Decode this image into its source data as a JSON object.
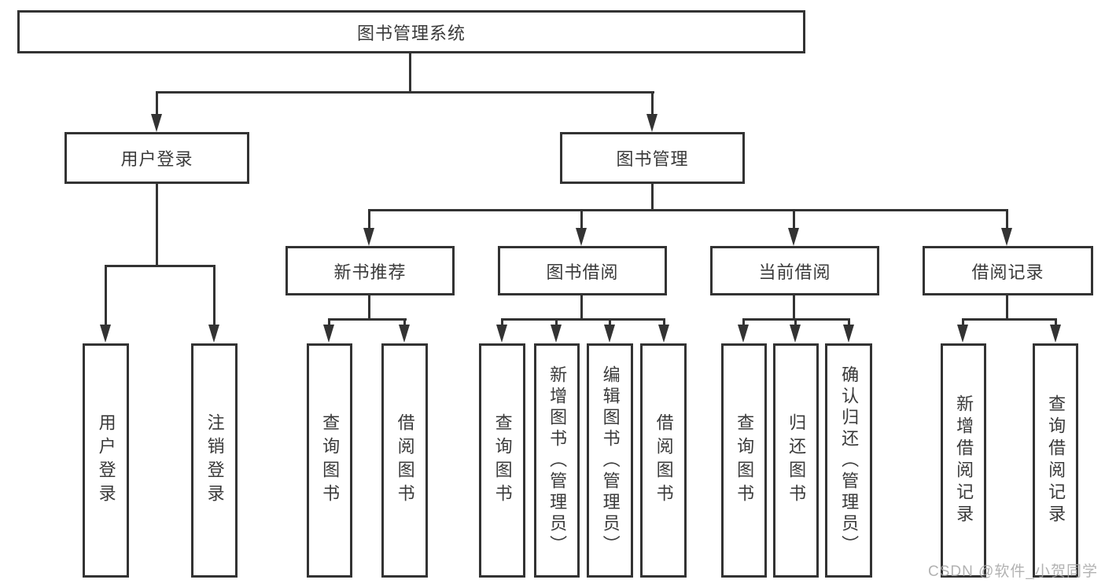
{
  "title": "图书管理系统",
  "tree": {
    "user_login": {
      "label": "用户登录",
      "children": [
        "用户登录",
        "注销登录"
      ]
    },
    "book_mgmt": {
      "label": "图书管理",
      "sections": [
        {
          "label": "新书推荐",
          "children": [
            "查询图书",
            "借阅图书"
          ]
        },
        {
          "label": "图书借阅",
          "children": [
            "查询图书",
            "新增图书（管理员）",
            "编辑图书（管理员）",
            "借阅图书"
          ]
        },
        {
          "label": "当前借阅",
          "children": [
            "查询图书",
            "归还图书",
            "确认归还（管理员）"
          ]
        },
        {
          "label": "借阅记录",
          "children": [
            "新增借阅记录",
            "查询借阅记录"
          ]
        }
      ]
    }
  },
  "watermark": "CSDN @软件_小贺同学",
  "colors": {
    "background": "#ffffff",
    "line": "#333333",
    "box_border": "#333333",
    "text": "#3a3a3a",
    "watermark": "#a5a5a5"
  }
}
